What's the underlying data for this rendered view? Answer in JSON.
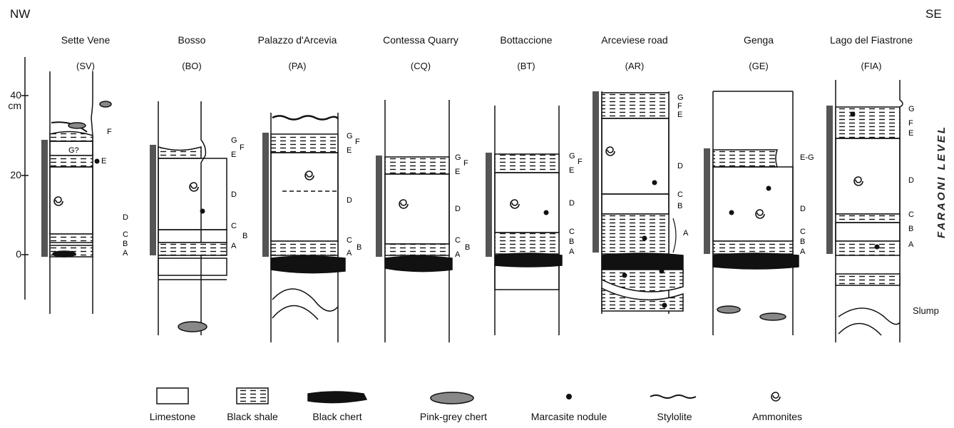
{
  "directions": {
    "left": "NW",
    "right": "SE"
  },
  "axis": {
    "ticks": [
      "40",
      "20",
      "0"
    ],
    "unit": "cm"
  },
  "columns": [
    {
      "name": "Sette  Vene",
      "code": "(SV)"
    },
    {
      "name": "Bosso",
      "code": "(BO)"
    },
    {
      "name": "Palazzo d'Arcevia",
      "code": "(PA)"
    },
    {
      "name": "Contessa Quarry",
      "code": "(CQ)"
    },
    {
      "name": "Bottaccione",
      "code": "(BT)"
    },
    {
      "name": "Arceviese road",
      "code": "(AR)"
    },
    {
      "name": "Genga",
      "code": "(GE)"
    },
    {
      "name": "Lago del Fiastrone",
      "code": "(FIA)"
    }
  ],
  "faraoni_label": "FARAONI LEVEL",
  "slump_label": "Slump",
  "level_letters": {
    "sv": [
      "F",
      "E",
      "D",
      "C",
      "B",
      "A",
      "G?"
    ],
    "bo": [
      "G",
      "F",
      "E",
      "D",
      "C",
      "B",
      "A"
    ],
    "pa": [
      "G",
      "F",
      "E",
      "D",
      "C",
      "B",
      "A"
    ],
    "cq": [
      "G",
      "F",
      "E",
      "D",
      "C",
      "B",
      "A"
    ],
    "bt": [
      "G",
      "F",
      "E",
      "D",
      "C",
      "B",
      "A"
    ],
    "ar": [
      "G",
      "F",
      "E",
      "D",
      "C",
      "B",
      "A"
    ],
    "ge": [
      "E-G",
      "D",
      "C",
      "B",
      "A"
    ],
    "fia": [
      "G",
      "F",
      "E",
      "D",
      "C",
      "B",
      "A"
    ]
  },
  "legend": [
    {
      "label": "Limestone",
      "icon": "limestone-swatch"
    },
    {
      "label": "Black shale",
      "icon": "black-shale-swatch"
    },
    {
      "label": "Black chert",
      "icon": "black-chert-swatch"
    },
    {
      "label": "Pink-grey chert",
      "icon": "pink-grey-chert-swatch"
    },
    {
      "label": "Marcasite nodule",
      "icon": "marcasite-nodule-icon"
    },
    {
      "label": "Stylolite",
      "icon": "stylolite-icon"
    },
    {
      "label": "Ammonites",
      "icon": "ammonite-icon"
    }
  ],
  "colors": {
    "ink": "#111111",
    "grey_bar": "#555555",
    "pink_grey_chert": "#8a8a8a"
  }
}
